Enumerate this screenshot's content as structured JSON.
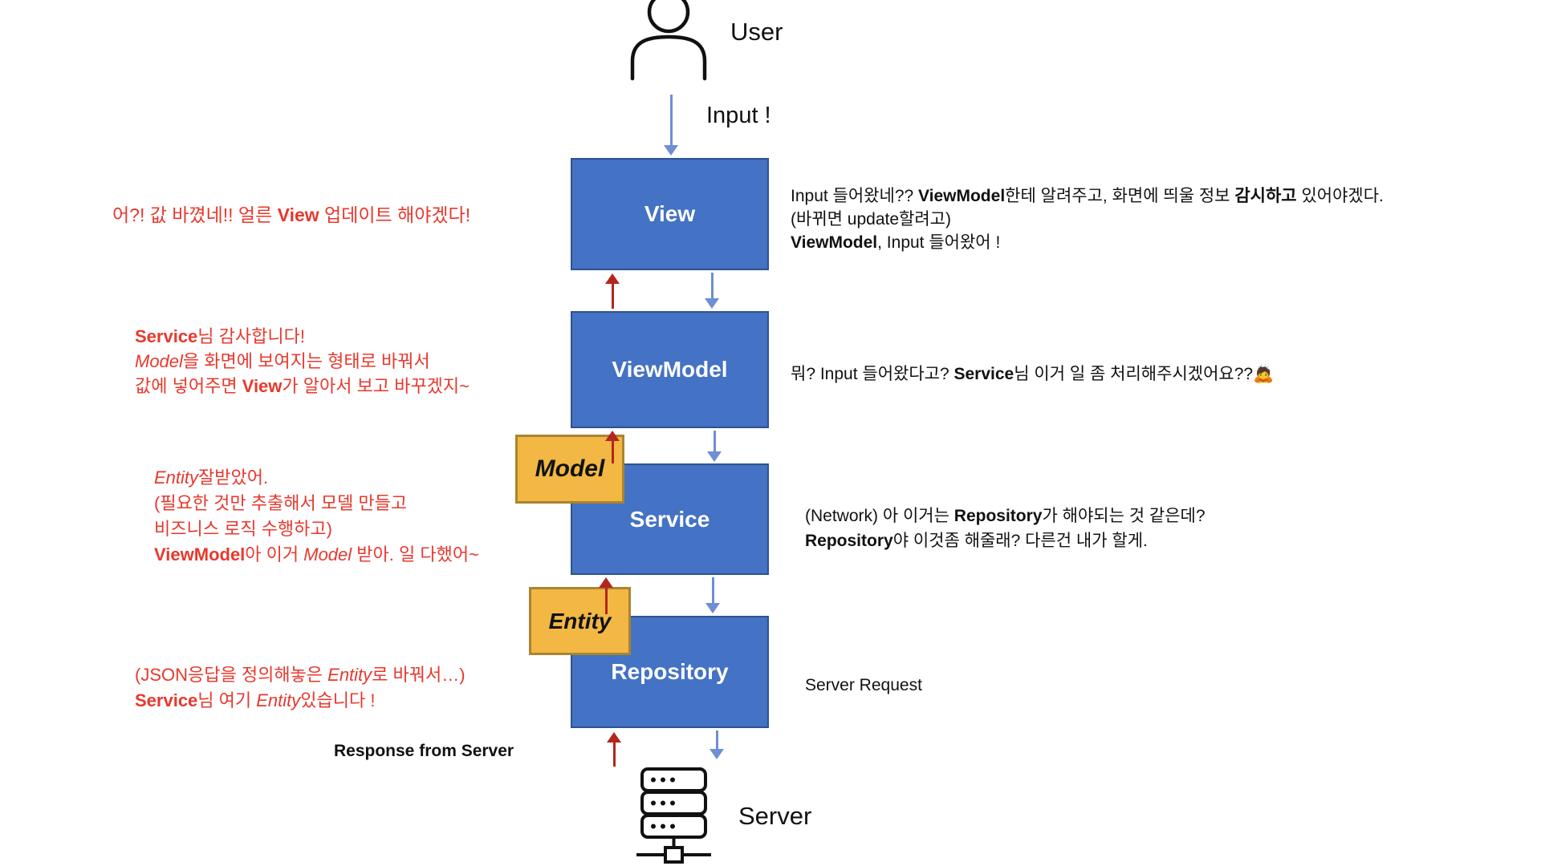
{
  "labels": {
    "user": "User",
    "input": "Input !",
    "server": "Server",
    "server_request": "Server Request",
    "response_from_server": "Response from Server"
  },
  "boxes": {
    "view": "View",
    "viewmodel": "ViewModel",
    "service": "Service",
    "repository": "Repository"
  },
  "data_boxes": {
    "model": "Model",
    "entity": "Entity"
  },
  "icons": {
    "user": "person-silhouette",
    "server": "server-rack"
  },
  "colors": {
    "layer_fill": "#4472C4",
    "layer_border": "#2F528F",
    "data_fill": "#F2B843",
    "data_border": "#A98431",
    "blue_arrow": "#6E8ED6",
    "red_arrow": "#B3261E",
    "red_text": "#E8382D",
    "black_text": "#111111"
  },
  "notes": {
    "view_left": [
      [
        {
          "t": "어?! 값 바꼈네!! 얼른 "
        },
        {
          "t": "View",
          "s": "b"
        },
        {
          "t": " 업데이트 해야겠다!"
        }
      ]
    ],
    "viewmodel_left": [
      [
        {
          "t": "Service",
          "s": "b"
        },
        {
          "t": "님 감사합니다!"
        }
      ],
      [
        {
          "t": "Model",
          "s": "i"
        },
        {
          "t": "을 화면에 보여지는 형태로 바꿔서"
        }
      ],
      [
        {
          "t": "값에 넣어주면 "
        },
        {
          "t": "View",
          "s": "b"
        },
        {
          "t": "가 알아서 보고 바꾸겠지~"
        }
      ]
    ],
    "service_left": [
      [
        {
          "t": "Entity",
          "s": "i"
        },
        {
          "t": "잘받았어."
        }
      ],
      [
        {
          "t": "(필요한 것만 추출해서 모델 만들고"
        }
      ],
      [
        {
          "t": "비즈니스 로직 수행하고)"
        }
      ],
      [
        {
          "t": "ViewModel",
          "s": "b"
        },
        {
          "t": "아 이거 "
        },
        {
          "t": "Model",
          "s": "i"
        },
        {
          "t": " 받아. 일 다했어~"
        }
      ]
    ],
    "repository_left": [
      [
        {
          "t": "(JSON응답을 정의해놓은 "
        },
        {
          "t": "Entity",
          "s": "i"
        },
        {
          "t": "로 바꿔서…)"
        }
      ],
      [
        {
          "t": "Service",
          "s": "b"
        },
        {
          "t": "님 여기 "
        },
        {
          "t": "Entity",
          "s": "i"
        },
        {
          "t": "있습니다 !"
        }
      ]
    ],
    "view_right": [
      [
        {
          "t": "Input 들어왔네?? "
        },
        {
          "t": "ViewModel",
          "s": "b"
        },
        {
          "t": "한테 알려주고, 화면에 띄울 정보 "
        },
        {
          "t": "감시하고",
          "s": "b"
        },
        {
          "t": " 있어야겠다."
        }
      ],
      [
        {
          "t": "(바뀌면 update할려고)"
        }
      ],
      [
        {
          "t": "ViewModel",
          "s": "b"
        },
        {
          "t": ", Input 들어왔어 !"
        }
      ]
    ],
    "viewmodel_right": [
      [
        {
          "t": "뭐? Input 들어왔다고? "
        },
        {
          "t": "Service",
          "s": "b"
        },
        {
          "t": "님 이거 일 좀 처리해주시겠어요??🙇"
        }
      ]
    ],
    "service_right": [
      [
        {
          "t": "(Network) 아 이거는 "
        },
        {
          "t": "Repository",
          "s": "b"
        },
        {
          "t": "가 해야되는 것 같은데?"
        }
      ],
      [
        {
          "t": "Repository",
          "s": "b"
        },
        {
          "t": "야 이것좀 해줄래? 다른건 내가 할게."
        }
      ]
    ]
  }
}
